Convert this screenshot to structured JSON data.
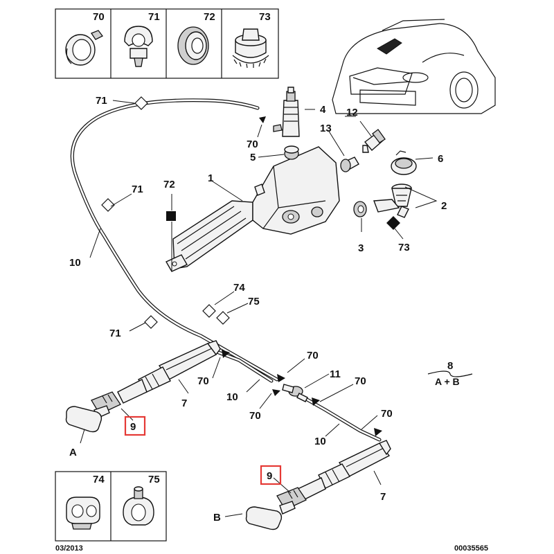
{
  "inset_top": {
    "cells": [
      {
        "number": "70",
        "icon": "hose-clamp-ring-icon"
      },
      {
        "number": "71",
        "icon": "pipe-clip-icon"
      },
      {
        "number": "72",
        "icon": "grommet-icon"
      },
      {
        "number": "73",
        "icon": "pump-seal-ring-icon"
      }
    ]
  },
  "inset_bottom": {
    "cells": [
      {
        "number": "74",
        "icon": "double-clip-icon"
      },
      {
        "number": "75",
        "icon": "pipe-clip-pin-icon"
      }
    ]
  },
  "callouts": {
    "c1": "1",
    "c2": "2",
    "c3": "3",
    "c4": "4",
    "c5": "5",
    "c6": "6",
    "c7a": "7",
    "c7b": "7",
    "c9a": "9",
    "c9b": "9",
    "c10a": "10",
    "c10b": "10",
    "c10c": "10",
    "c11": "11",
    "c12": "12",
    "c13": "13",
    "c70a": "70",
    "c70b": "70",
    "c70c": "70",
    "c70d": "70",
    "c70e": "70",
    "c70f": "70",
    "c71a": "71",
    "c71b": "71",
    "c71c": "71",
    "c72": "72",
    "c73": "73",
    "c74": "74",
    "c75": "75"
  },
  "side_labels": {
    "a": "A",
    "b": "B"
  },
  "legend": {
    "number": "8",
    "text": "A + B"
  },
  "footer": {
    "date": "03/2013",
    "reference": "00035565"
  },
  "colors": {
    "highlight": "#e53935",
    "ink": "#111111"
  }
}
